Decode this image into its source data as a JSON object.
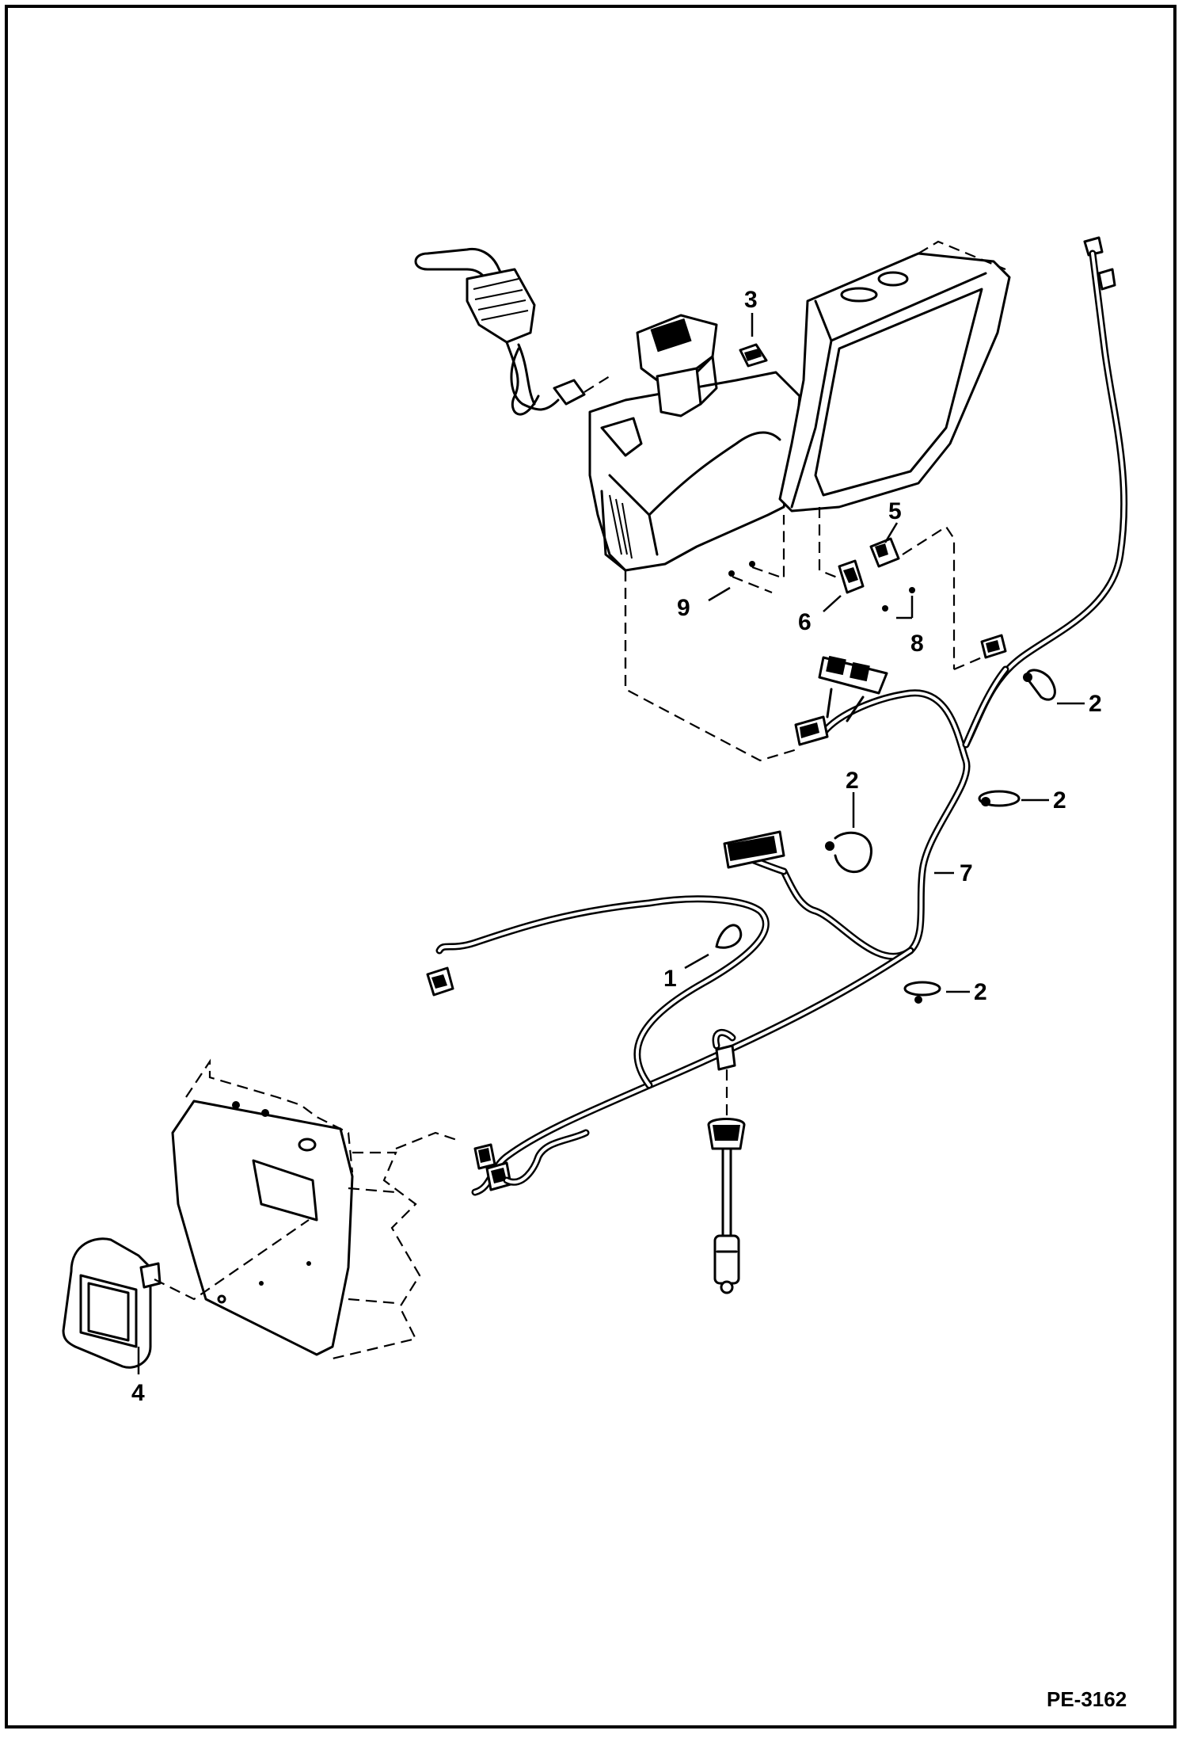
{
  "figure": {
    "code": "PE-3162",
    "callouts": {
      "c1": "1",
      "c2a": "2",
      "c2b": "2",
      "c2c": "2",
      "c2d": "2",
      "c3": "3",
      "c4": "4",
      "c5": "5",
      "c6": "6",
      "c7": "7",
      "c8": "8",
      "c9": "9"
    }
  }
}
